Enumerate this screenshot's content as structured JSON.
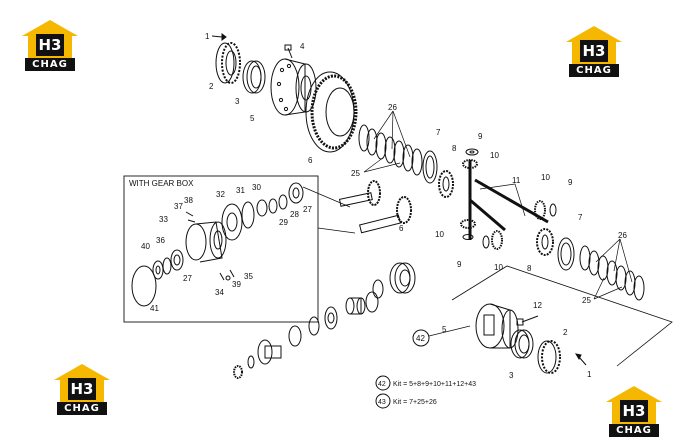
{
  "logo": {
    "mark": "H3",
    "brand": "CHAG",
    "color": "#f5b700"
  },
  "gearbox_box": {
    "title": "WITH GEAR BOX"
  },
  "kits": [
    {
      "ref": "42",
      "text": "Kit = 5+8+9+10+11+12+43"
    },
    {
      "ref": "43",
      "text": "Kit = 7+25+26"
    }
  ],
  "callouts": {
    "c1a": "1",
    "c2a": "2",
    "c3a": "3",
    "c4": "4",
    "c5a": "5",
    "c6a": "6",
    "c26a": "26",
    "c7a": "7",
    "c25a": "25",
    "c8a": "8",
    "c9a": "9",
    "c10a": "10",
    "c11": "11",
    "c6b": "6",
    "c10b": "10",
    "c9b": "9",
    "c10c": "10",
    "c8b": "8",
    "c10d": "10",
    "c9c": "9",
    "c7b": "7",
    "c26b": "26",
    "c25b": "25",
    "c12": "12",
    "c42": "42",
    "c5b": "5",
    "c3b": "3",
    "c2b": "2",
    "c1b": "1",
    "g32": "32",
    "g31": "31",
    "g30": "30",
    "g37": "37",
    "g38": "38",
    "g33": "33",
    "g29": "29",
    "g28": "28",
    "g27a": "27",
    "g40": "40",
    "g36": "36",
    "g27b": "27",
    "g35": "35",
    "g39": "39",
    "g34": "34",
    "g41": "41"
  }
}
